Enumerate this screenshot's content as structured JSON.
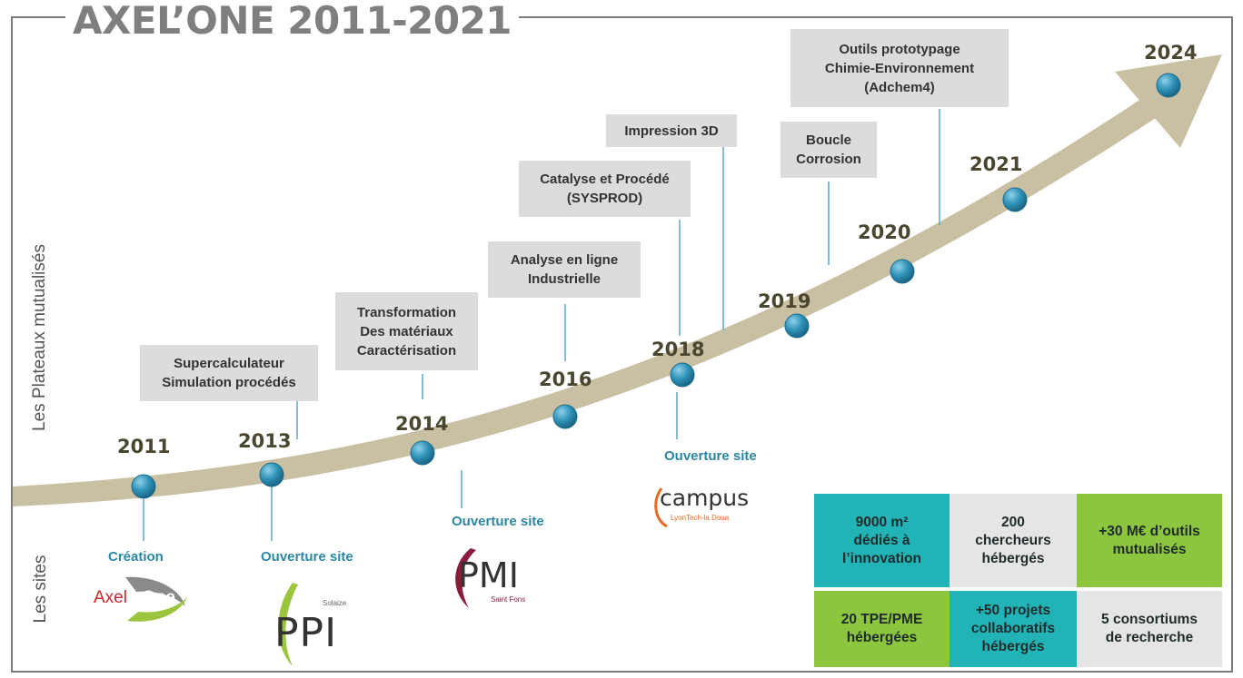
{
  "title": "AXEL’ONE 2011-2021",
  "side_labels": {
    "plateaux": "Les Plateaux  mutualisés",
    "sites": "Les sites"
  },
  "years": [
    "2011",
    "2013",
    "2014",
    "2016",
    "2018",
    "2019",
    "2020",
    "2021",
    "2024"
  ],
  "plateaux": [
    {
      "lines": [
        "Supercalculateur",
        "Simulation procédés"
      ]
    },
    {
      "lines": [
        "Transformation",
        "Des matériaux",
        "Caractérisation"
      ]
    },
    {
      "lines": [
        "Analyse  en ligne",
        "Industrielle"
      ]
    },
    {
      "lines": [
        "Catalyse et Procédé",
        "(SYSPROD)"
      ]
    },
    {
      "lines": [
        "Impression 3D"
      ]
    },
    {
      "lines": [
        "Boucle",
        "Corrosion"
      ]
    },
    {
      "lines": [
        "Outils prototypage",
        "Chimie-Environnement",
        "(Adchem4)"
      ]
    }
  ],
  "sites": [
    {
      "label": "Création",
      "logo_text": "Axel",
      "logo_text_2": "One"
    },
    {
      "label": "Ouverture site",
      "logo_text": "PPI",
      "logo_sub": "Solaize"
    },
    {
      "label": "Ouverture site",
      "logo_text": "PMI",
      "logo_sub": "Saint Fons"
    },
    {
      "label": "Ouverture site",
      "logo_text": "campus",
      "logo_sub": "LyonTech-la Doua"
    }
  ],
  "stats": [
    {
      "lines": [
        "9000 m²",
        "dédiés à",
        "l’innovation"
      ],
      "color": "#21b3b6"
    },
    {
      "lines": [
        "200",
        "chercheurs",
        "hébergés"
      ],
      "color": "#e5e5e5"
    },
    {
      "lines": [
        "+30 M€ d’outils",
        "mutualisés"
      ],
      "color": "#8cc63f"
    },
    {
      "lines": [
        "20 TPE/PME",
        "hébergées"
      ],
      "color": "#8cc63f"
    },
    {
      "lines": [
        "+50 projets",
        "collaboratifs",
        "hébergés"
      ],
      "color": "#21b3b6"
    },
    {
      "lines": [
        "5 consortiums",
        "de recherche"
      ],
      "color": "#e5e5e5"
    }
  ],
  "colors": {
    "arrow": "#c9bfa2",
    "node": "#2f93b8",
    "connector": "#5ea6cc",
    "site_label": "#2c87a6"
  }
}
